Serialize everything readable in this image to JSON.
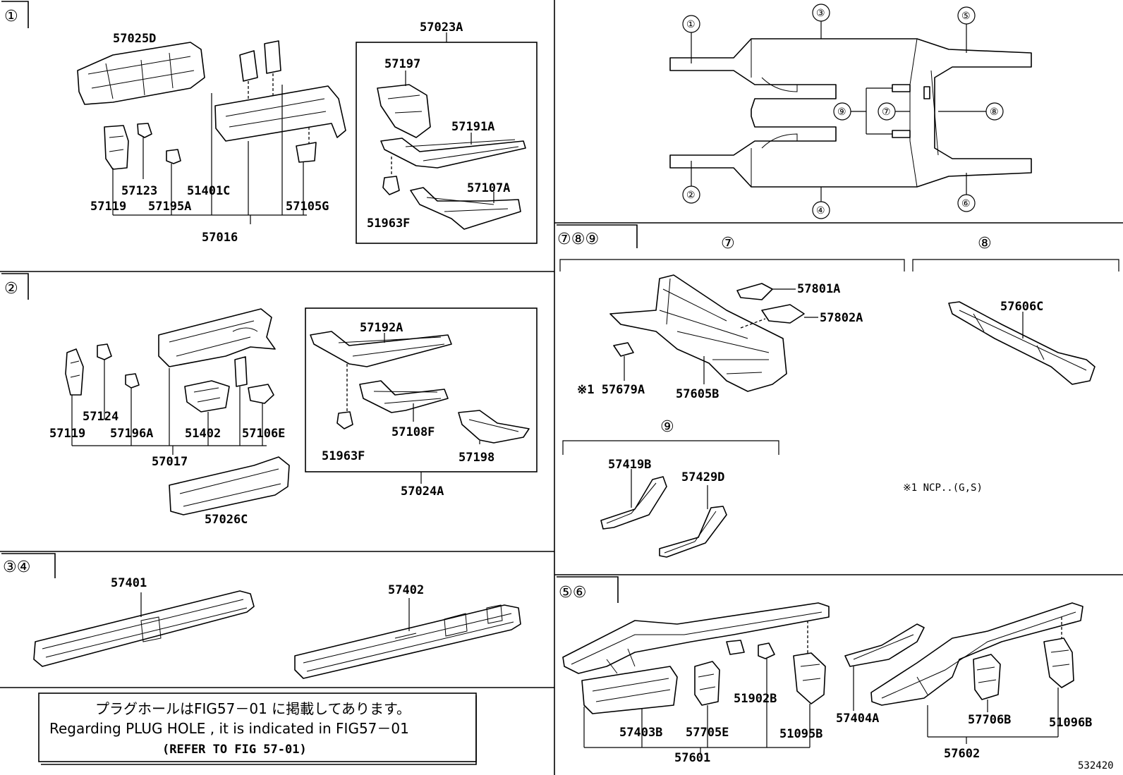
{
  "sections": {
    "s1": {
      "tag": "①"
    },
    "s2": {
      "tag": "②"
    },
    "s34": {
      "tag": "③④"
    },
    "s789": {
      "tag": "⑦⑧⑨"
    },
    "s56": {
      "tag": "⑤⑥"
    }
  },
  "overview": {
    "callouts": [
      "①",
      "②",
      "③",
      "④",
      "⑤",
      "⑥",
      "⑦",
      "⑧",
      "⑨"
    ]
  },
  "s1": {
    "p57025D": "57025D",
    "p57123": "57123",
    "p57119": "57119",
    "p57195A": "57195A",
    "p51401C": "51401C",
    "p57105G": "57105G",
    "p57016": "57016",
    "p57023A": "57023A",
    "p57197": "57197",
    "p57191A": "57191A",
    "p57107A": "57107A",
    "p51963F": "51963F"
  },
  "s2": {
    "p57124": "57124",
    "p57119": "57119",
    "p57196A": "57196A",
    "p51402": "51402",
    "p57106E": "57106E",
    "p57017": "57017",
    "p57026C": "57026C",
    "p57192A": "57192A",
    "p57108F": "57108F",
    "p51963F": "51963F",
    "p57198": "57198",
    "p57024A": "57024A"
  },
  "s34": {
    "p57401": "57401",
    "p57402": "57402"
  },
  "s789": {
    "h7": "⑦",
    "h8": "⑧",
    "h9": "⑨",
    "p57801A": "57801A",
    "p57802A": "57802A",
    "p57679A": "※1 57679A",
    "p57605B": "57605B",
    "p57606C": "57606C",
    "p57419B": "57419B",
    "p57429D": "57429D",
    "footnote": "※1 NCP..(G,S)"
  },
  "s56": {
    "p57403B": "57403B",
    "p57705E": "57705E",
    "p51902B": "51902B",
    "p51095B": "51095B",
    "p57601": "57601",
    "p57404A": "57404A",
    "p57706B": "57706B",
    "p51096B": "51096B",
    "p57602": "57602"
  },
  "note": {
    "jp": "プラグホールはFIG57－01 に掲載してあります。",
    "en": "Regarding PLUG HOLE , it is indicated in FIG57－01",
    "refer": "(REFER TO FIG 57-01)"
  },
  "figure_id": "532420"
}
